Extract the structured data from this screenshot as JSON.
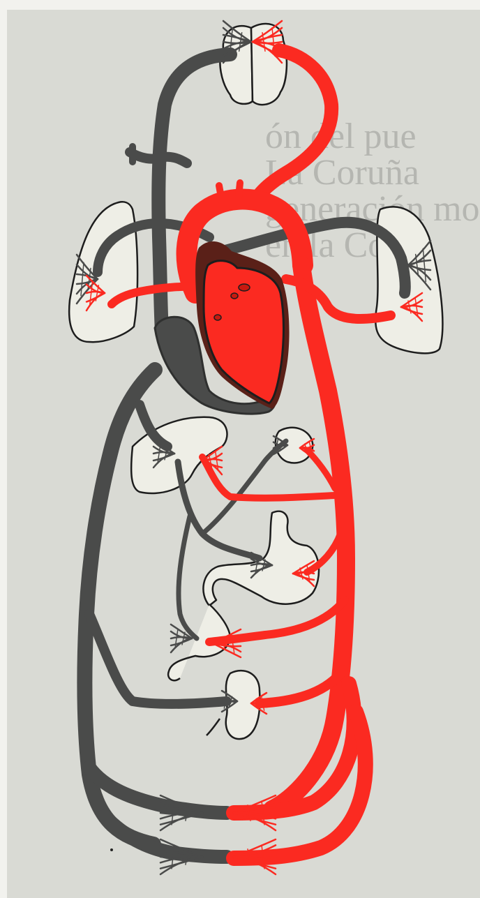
{
  "figure": {
    "colors": {
      "paper": "#d9dad4",
      "paper_edge": "#f2f2ee",
      "venous": "#4a4b4a",
      "venous_dark": "#2f302f",
      "arterial": "#fb2a21",
      "arterial_dark": "#c81910",
      "organ_fill": "#eeeee6",
      "organ_stroke": "#1d1d1d",
      "heart_shadow": "#5a2018"
    },
    "bleed_through_lines": [
      "ón del pue",
      "La Coruña",
      "generación mo",
      "en la Costa"
    ]
  }
}
